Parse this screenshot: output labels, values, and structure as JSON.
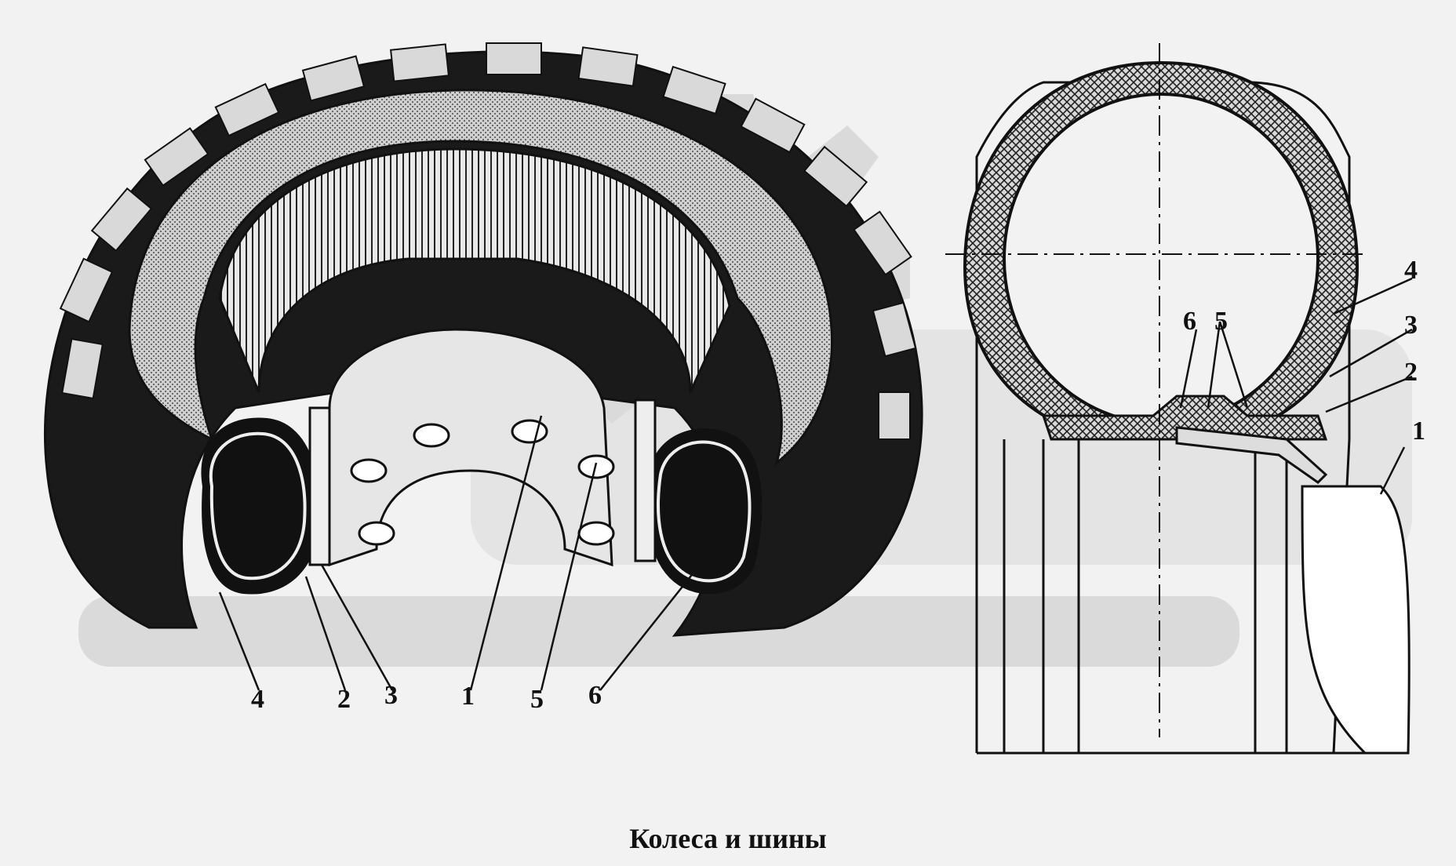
{
  "caption": "Колеса и шины",
  "left_view": {
    "callouts": [
      "4",
      "2",
      "3",
      "1",
      "5",
      "6"
    ]
  },
  "right_view": {
    "callouts": [
      "4",
      "3",
      "2",
      "1",
      "6",
      "5"
    ]
  },
  "watermark": {
    "color": "#d6d6d6"
  },
  "colors": {
    "ink": "#111111",
    "background": "#f2f2f2"
  }
}
